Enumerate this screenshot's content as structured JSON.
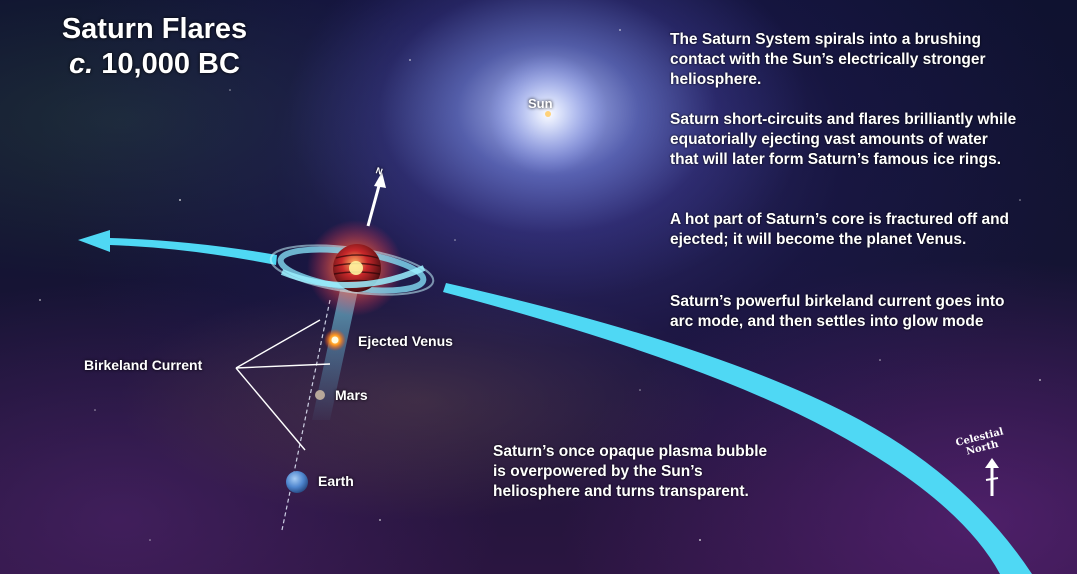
{
  "title": {
    "line1": "Saturn Flares",
    "line2_prefix": "c.",
    "line2_rest": " 10,000 BC"
  },
  "paragraphs": {
    "p1": "The Saturn System spirals into a brushing contact with the Sun’s electrically stronger heliosphere.",
    "p2": "Saturn short-circuits and flares brilliantly while equatorially ejecting vast amounts of water that will later form Saturn’s famous ice rings.",
    "p3": "A hot part of Saturn’s core is fractured off and ejected; it will become the planet Venus.",
    "p4": "Saturn’s powerful birkeland current goes into arc mode, and then settles into glow mode",
    "p5": "Saturn’s once opaque plasma bubble is overpowered by the Sun’s heliosphere and turns transparent."
  },
  "labels": {
    "sun": "Sun",
    "ejected_venus": "Ejected Venus",
    "mars": "Mars",
    "earth": "Earth",
    "birkeland_current": "Birkeland Current",
    "celestial_north": "Celestial North",
    "north_marker": "N"
  },
  "colors": {
    "orbit_path": "#4fd8f4",
    "saturn_core": "#e8402a",
    "ring": "#7fe6ff",
    "earth": "#5b8fd6",
    "text": "#ffffff"
  }
}
